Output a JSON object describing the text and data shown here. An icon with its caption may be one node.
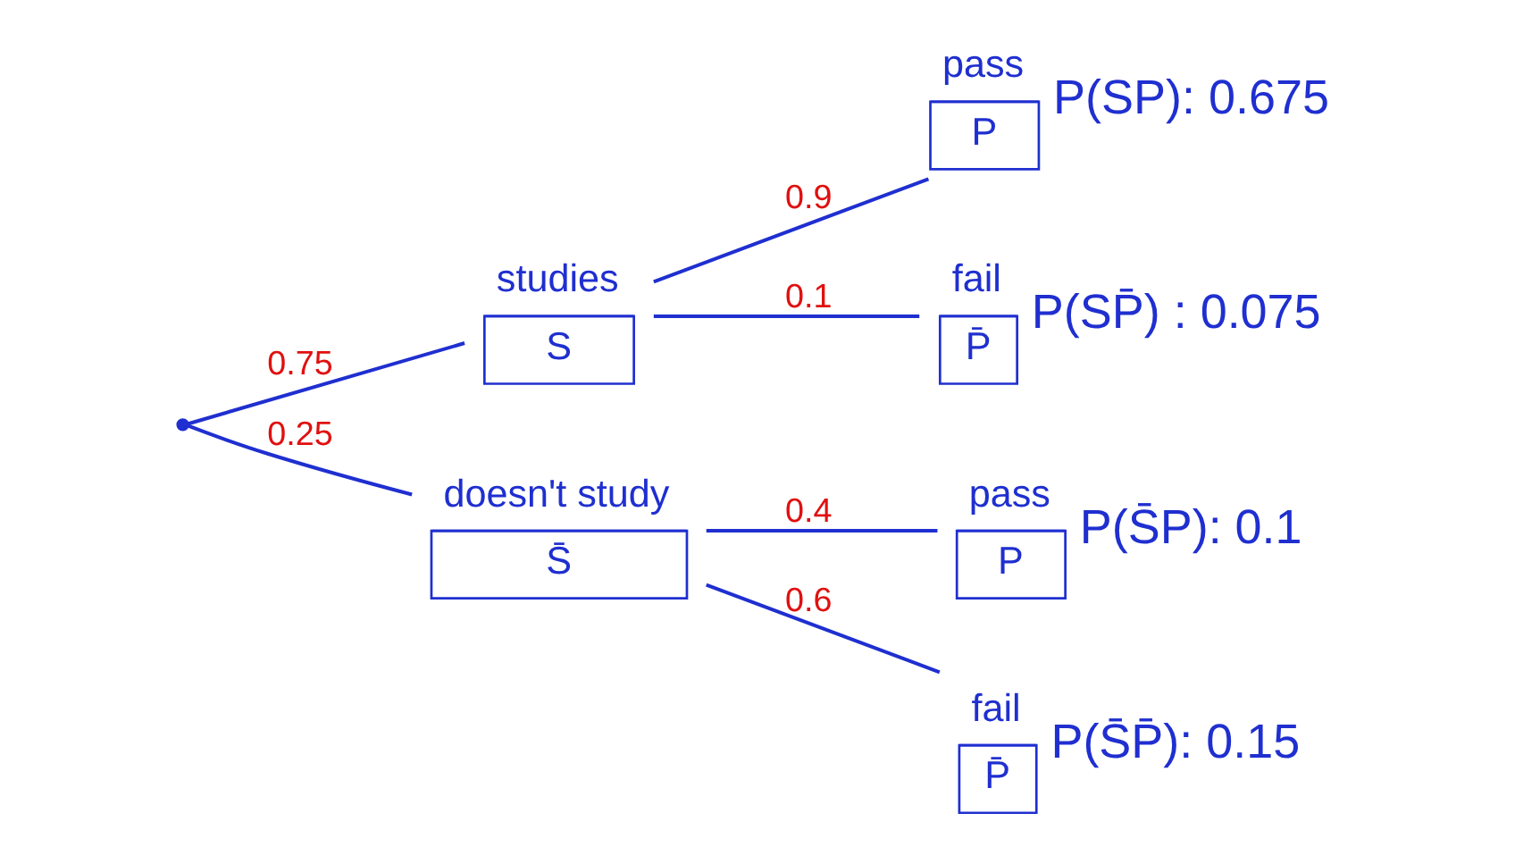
{
  "diagram": {
    "nodes": [
      {
        "text": [],
        "shape": "point"
      },
      {
        "text": [
          "studies",
          "S"
        ]
      },
      {
        "text": [
          "pass",
          "P"
        ],
        "beside": [
          "P(SP): 0.675"
        ]
      },
      {
        "text": [
          "fail",
          "P̄"
        ],
        "beside": [
          "P(SP̄) : 0.075"
        ]
      },
      {
        "text": [
          "doesn't study",
          "S̄"
        ]
      },
      {
        "text": [
          "pass",
          "P"
        ],
        "beside": [
          "P(S̄P): 0.1"
        ]
      },
      {
        "text": [
          "fail",
          "P̄"
        ],
        "beside": [
          "P(S̄P̄): 0.15"
        ]
      }
    ],
    "edges": [
      {
        "from": 0,
        "to": 1,
        "arrow": "none",
        "label": "0.75"
      },
      {
        "from": 0,
        "to": 4,
        "arrow": "none",
        "label": "0.25"
      },
      {
        "from": 1,
        "to": 2,
        "arrow": "none",
        "label": "0.9"
      },
      {
        "from": 1,
        "to": 3,
        "arrow": "none",
        "label": "0.1"
      },
      {
        "from": 4,
        "to": 5,
        "arrow": "none",
        "label": "0.4"
      },
      {
        "from": 4,
        "to": 6,
        "arrow": "none",
        "label": "0.6"
      }
    ]
  }
}
